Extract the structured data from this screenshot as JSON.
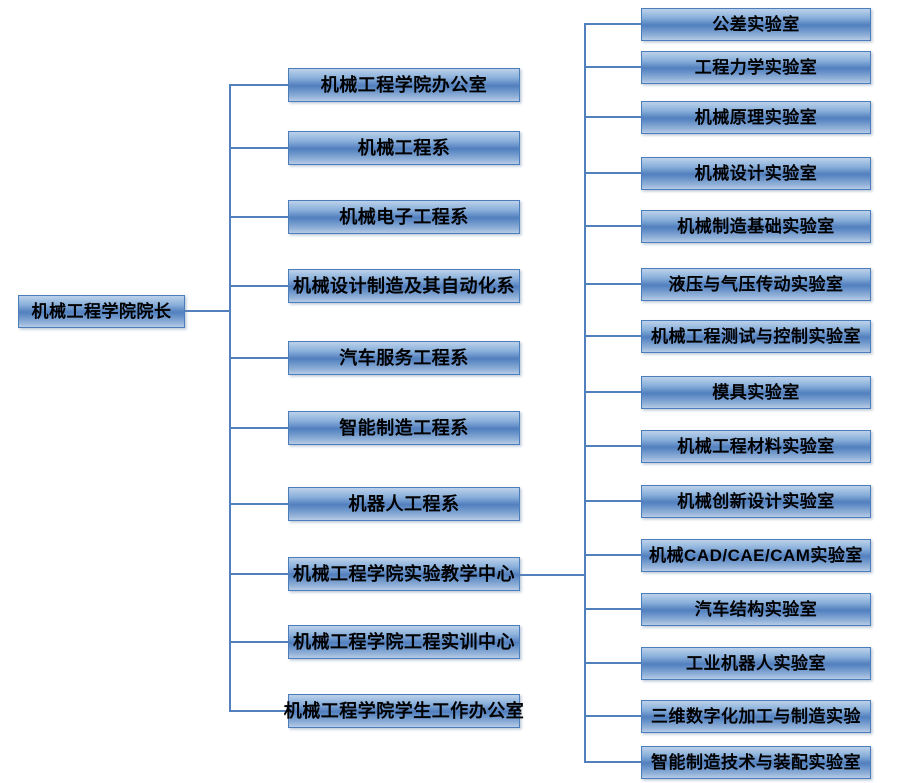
{
  "org_chart": {
    "root": {
      "label": "机械工程学院院长"
    },
    "departments": [
      {
        "label": "机械工程学院办公室"
      },
      {
        "label": "机械工程系"
      },
      {
        "label": "机械电子工程系"
      },
      {
        "label": "机械设计制造及其自动化系"
      },
      {
        "label": "汽车服务工程系"
      },
      {
        "label": "智能制造工程系"
      },
      {
        "label": "机器人工程系"
      },
      {
        "label": "机械工程学院实验教学中心"
      },
      {
        "label": "机械工程学院工程实训中心"
      },
      {
        "label": "机械工程学院学生工作办公室"
      }
    ],
    "labs": [
      {
        "label": "公差实验室"
      },
      {
        "label": "工程力学实验室"
      },
      {
        "label": "机械原理实验室"
      },
      {
        "label": "机械设计实验室"
      },
      {
        "label": "机械制造基础实验室"
      },
      {
        "label": "液压与气压传动实验室"
      },
      {
        "label": "机械工程测试与控制实验室"
      },
      {
        "label": "模具实验室"
      },
      {
        "label": "机械工程材料实验室"
      },
      {
        "label": "机械创新设计实验室"
      },
      {
        "label": "机械CAD/CAE/CAM实验室"
      },
      {
        "label": "汽车结构实验室"
      },
      {
        "label": "工业机器人实验室"
      },
      {
        "label": "三维数字化加工与制造实验"
      },
      {
        "label": "智能制造技术与装配实验室"
      }
    ],
    "colors": {
      "box_border": "#4a7dba",
      "box_fill_light": "#bcd1ea",
      "box_fill_dark": "#527fbe",
      "connector": "#5181bd",
      "text": "#000000",
      "background": "#ffffff"
    }
  }
}
